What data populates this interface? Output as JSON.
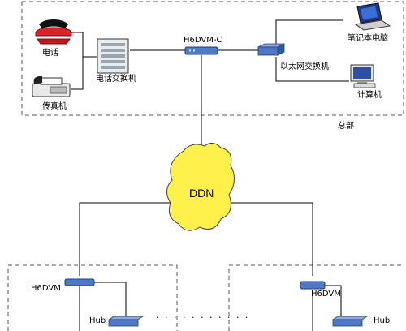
{
  "diagram": {
    "headquarters": {
      "label": "总部",
      "nodes": {
        "phone": "电话",
        "fax": "传真机",
        "pbx": "电话交换机",
        "h6dvm_c": "H6DVM-C",
        "ethernet_switch": "以太网交换机",
        "laptop": "笔记本电脑",
        "computer": "计算机"
      }
    },
    "cloud": {
      "label": "DDN"
    },
    "branch_left": {
      "h6dvm": "H6DVM",
      "hub": "Hub"
    },
    "branch_right": {
      "h6dvm": "H6DVM",
      "hub": "Hub"
    },
    "ellipsis": "· · · · · · · · · · ·"
  },
  "colors": {
    "cloud_fill": "#fff04a",
    "device_blue": "#4f79c6",
    "phone_red": "#d8232a",
    "line": "#000000",
    "dashed_border": "#555555"
  }
}
